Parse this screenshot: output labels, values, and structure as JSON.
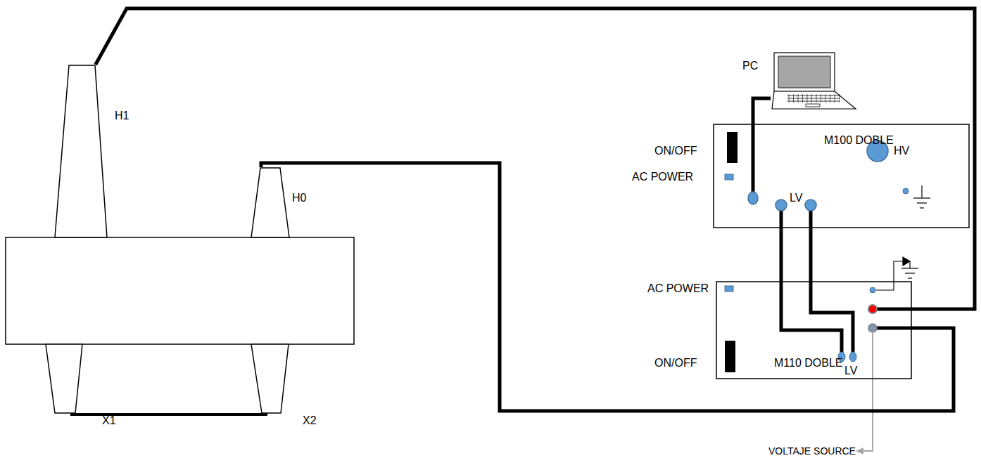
{
  "diagram": {
    "nodes": [
      {
        "text": [
          "PC"
        ]
      },
      {
        "text": [
          "M100 DOBLE"
        ]
      },
      {
        "text": [
          "M110 DOBLE"
        ]
      },
      {
        "text": [
          "H1"
        ]
      },
      {
        "text": [
          "H0"
        ]
      }
    ],
    "edges": [
      {
        "from": 0,
        "to": 1,
        "arrow": "none"
      },
      {
        "from": 1,
        "to": 2,
        "arrow": "none"
      },
      {
        "from": 1,
        "to": 2,
        "arrow": "none"
      },
      {
        "from": 3,
        "to": 2,
        "arrow": "none"
      },
      {
        "from": 4,
        "to": 2,
        "arrow": "none"
      }
    ],
    "labels": [
      "ON/OFF",
      "AC POWER",
      "HV",
      "LV",
      "AC POWER",
      "ON/OFF",
      "LV",
      "X1",
      "X2",
      "VOLTAJE SOURCE"
    ]
  }
}
